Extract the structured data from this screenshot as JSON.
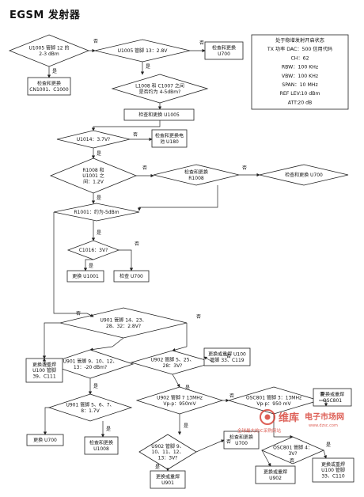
{
  "title": "EGSM 发射器",
  "info": {
    "lines": [
      "处于稳增发射开启状态",
      "TX 功率 DAC：500 信用代码",
      "CH：62",
      "RBW：100 KHz",
      "VBW：100 KHz",
      "SPAN：10 MHz",
      "REF LEV:10 dBm",
      "ATT:20 dB"
    ]
  },
  "nodes": {
    "d_u1005_pin12": [
      "U1005 管脚 12 的",
      "2-3 dBm"
    ],
    "d_u1005_pin13": [
      "U1005 管脚 13：2.8V"
    ],
    "b_check_u700_1": [
      "检查和更换",
      "U700"
    ],
    "b_check_cn1001": [
      "检查和更换",
      "CN1001、C1000"
    ],
    "d_l1008": [
      "L1008 和 C1007 之间",
      "是否约为 4-5dBm?"
    ],
    "b_check_u1005": [
      "检查和更换 U1005"
    ],
    "d_u1014": [
      "U1014：3.7V?"
    ],
    "b_check_u180": [
      "检查和更换电",
      "池 U180"
    ],
    "d_r1008": [
      "R1008 和",
      "U1001 之",
      "间：1.2V"
    ],
    "d_check_r1008": [
      "检查和更换",
      "R1008"
    ],
    "d_check_u700": [
      "检查和更换 U700"
    ],
    "d_r1001": [
      "R1001：约为-5dBm"
    ],
    "d_c1016": [
      "C1016：3V?"
    ],
    "b_replace_u1001": [
      "更换 U1001"
    ],
    "b_check_u700_2": [
      "检查 U700"
    ],
    "d_u901_pins": [
      "U901 管脚 14、23、",
      "28、32：2.8V?"
    ],
    "b_replace_u100": [
      "更换或重焊",
      "U100 管脚",
      "39、C111"
    ],
    "d_u901_9": [
      "U901 管脚 9、10、12、",
      "13：-20 dBm?"
    ],
    "d_u902_5": [
      "U902 管脚 5、25、",
      "28：3V?"
    ],
    "b_replace_u100b": [
      "更换或重焊 U100",
      "管脚 33、C119"
    ],
    "d_u901_5": [
      "U901 管脚 5、6、7、",
      "8：1.7V"
    ],
    "d_u902_7": [
      "U902 管脚 7 13MHz",
      "Vp-p：950mV"
    ],
    "d_osc801": [
      "OSC801 管脚 3：13MHz",
      "Vp-p：950 mV"
    ],
    "b_replace_osc801": [
      "更换或重焊",
      "OSC801"
    ],
    "b_replace_u700": [
      "更换 U700"
    ],
    "b_check_u1008": [
      "检查和更换",
      "U1008"
    ],
    "d_u902_9": [
      "U902 管脚 9、",
      "10、11、12、",
      "13：3V?"
    ],
    "b_check_u700_3": [
      "检查和更换",
      "U700"
    ],
    "d_osc801_4": [
      "OSC801 管脚 4：",
      "3V?"
    ],
    "b_replace_u100c": [
      "更换或重焊",
      "U100 管脚",
      "33、C110"
    ],
    "b_replace_u901": [
      "更换或重焊",
      "U901"
    ],
    "b_replace_u902": [
      "更换或重焊",
      "U902"
    ]
  },
  "labels": {
    "yes": "是",
    "no": "否"
  },
  "watermark": {
    "brand": "维库",
    "site": "电子市场网",
    "url": "www.dzsc.com",
    "slogan": "全球最大的IC采购网站"
  },
  "colors": {
    "line": "#222222",
    "watermark": "#d22a1e",
    "background": "#ffffff"
  }
}
